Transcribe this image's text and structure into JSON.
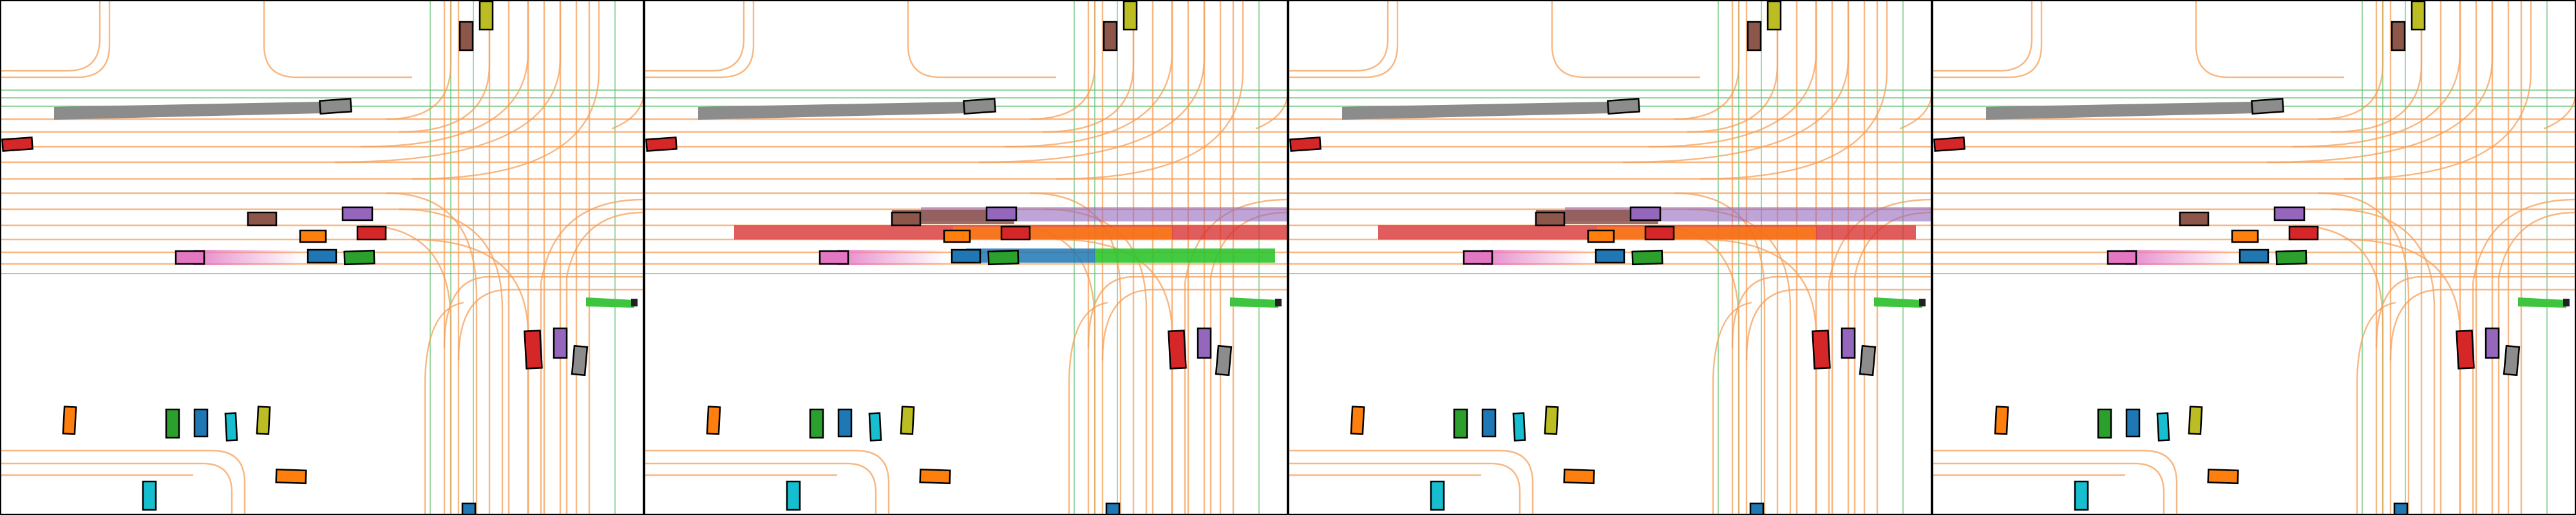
{
  "figure": {
    "panel_count": 4,
    "background": "#ffffff",
    "border_color": "#000000",
    "lane_color": "#f5a05a",
    "lane_marker_color": "#5cbf6a",
    "vehicle_outline": "#000000"
  },
  "agent_colors": {
    "gray": "#8c8c8c",
    "olive": "#bcbd22",
    "brown": "#8c564b",
    "red": "#d62728",
    "purple": "#9467bd",
    "orange": "#ff7f0e",
    "pink": "#e377c2",
    "blue": "#1f77b4",
    "green": "#2ca02c",
    "cyan": "#17becf",
    "bright_green": "#3ec43e"
  },
  "panels": [
    {
      "id": "panel-1",
      "prediction_mode": "history"
    },
    {
      "id": "panel-2",
      "prediction_mode": "prediction-a"
    },
    {
      "id": "panel-3",
      "prediction_mode": "prediction-b"
    },
    {
      "id": "panel-4",
      "prediction_mode": "history"
    }
  ]
}
